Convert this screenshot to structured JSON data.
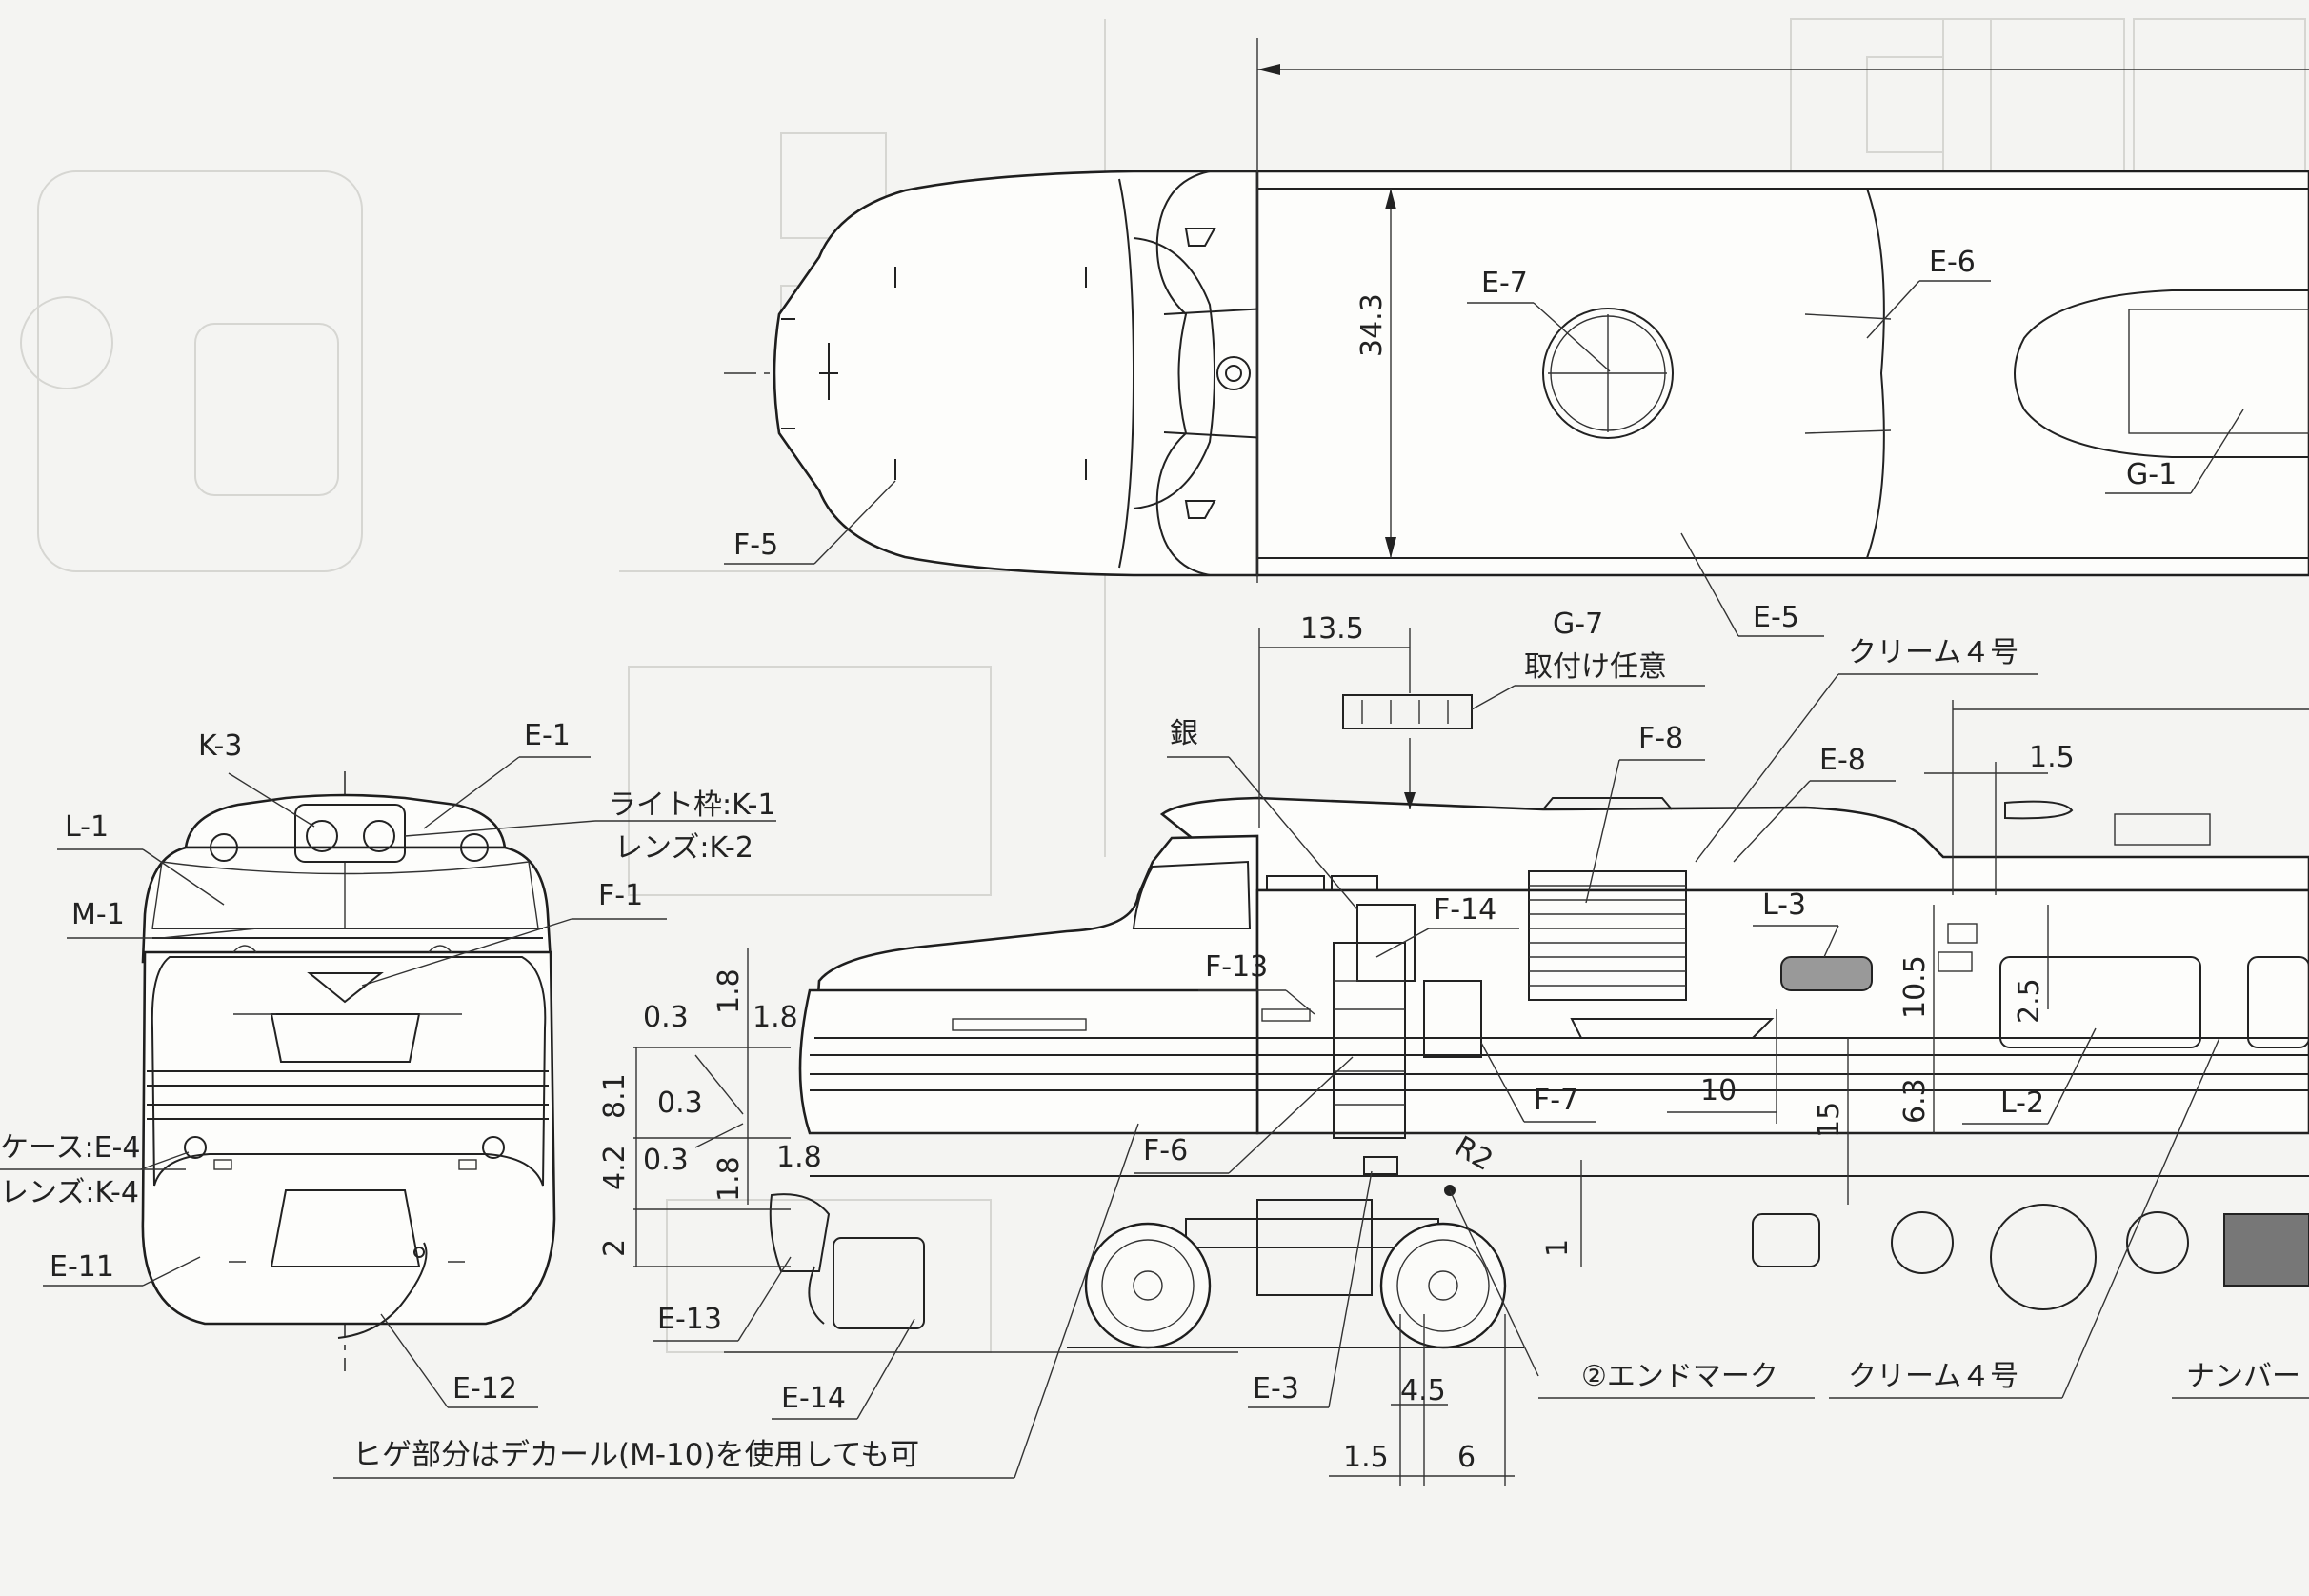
{
  "drawing": {
    "part_labels": {
      "K3": "K-3",
      "E1": "E-1",
      "L1": "L-1",
      "M1": "M-1",
      "F1": "F-1",
      "light_frame": "ライト枠:K-1",
      "lens": "レンズ:K-2",
      "lamp_case_e4": "ケース:E-4",
      "lamp_lens_k4": "レンズ:K-4",
      "E11": "E-11",
      "E12": "E-12",
      "E13": "E-13",
      "E14": "E-14",
      "F5": "F-5",
      "E7": "E-7",
      "E6": "E-6",
      "E5": "E-5",
      "G1": "G-1",
      "G7": "G-7",
      "G7_note": "取付け任意",
      "silver": "銀",
      "F8": "F-8",
      "F14": "F-14",
      "F13": "F-13",
      "F6": "F-6",
      "F7": "F-7",
      "E8": "E-8",
      "cream_top": "クリーム４号",
      "L3": "L-3",
      "L2": "L-2",
      "E3": "E-3",
      "end_mark": "②エンドマーク",
      "cream_bottom": "クリーム４号",
      "number": "ナンバー"
    },
    "dimensions": {
      "width_34_3": "34.3",
      "d13_5": "13.5",
      "d1_5_top": "1.5",
      "d1_8_a": "1.8",
      "d1_8_b": "1.8",
      "d1_8_c": "1.8",
      "d1_8_d": "1.8",
      "d0_3_a": "0.3",
      "d0_3_b": "0.3",
      "d0_3_c": "0.3",
      "d8_1": "8.1",
      "d4_2": "4.2",
      "d2": "2",
      "d10_5": "10.5",
      "d2_5": "2.5",
      "d6_3": "6.3",
      "d10": "10",
      "d15": "15",
      "d1": "1",
      "d4_5": "4.5",
      "d1_5_bottom": "1.5",
      "d6": "6",
      "r2": "R2"
    },
    "footnote": "ヒゲ部分はデカール(M-10)を使用しても可"
  }
}
